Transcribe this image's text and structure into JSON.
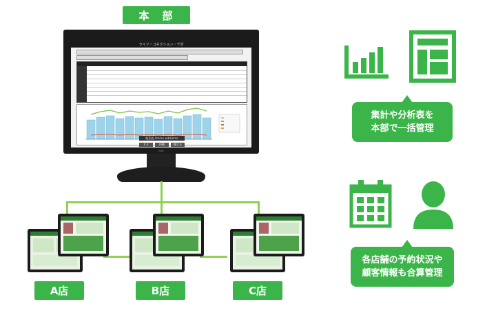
{
  "headquarters": {
    "label": "本　部",
    "monitor": {
      "app_title": "ライフ・コネクション・デポ",
      "footer_caption": "販売店 Ameru ★本Home",
      "buttons": [
        "ＥＸ",
        "印刷",
        "閉じる"
      ]
    }
  },
  "stores": [
    {
      "label": "A店"
    },
    {
      "label": "B店"
    },
    {
      "label": "C店"
    }
  ],
  "features": [
    {
      "icons": [
        "bar-chart-icon",
        "table-layout-icon"
      ],
      "text_lines": [
        "集計や分析表を",
        "本部で一括管理"
      ]
    },
    {
      "icons": [
        "calendar-icon",
        "person-icon"
      ],
      "text_lines": [
        "各店舗の予約状況や",
        "顧客情報も合算管理"
      ]
    }
  ],
  "colors": {
    "accent": "#3bb54a",
    "connector": "#8fd14f",
    "bezel": "#1b1b1b"
  }
}
